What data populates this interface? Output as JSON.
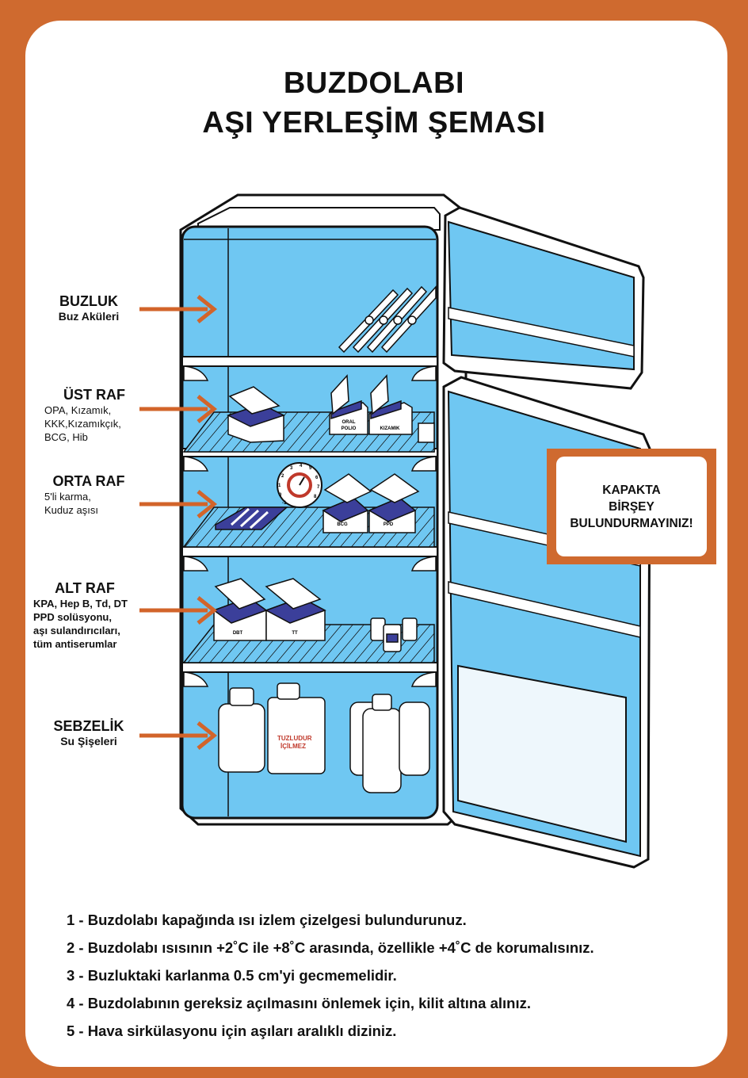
{
  "title": {
    "line1": "BUZDOLABI",
    "line2": "AŞI YERLEŞİM ŞEMASI"
  },
  "compartments": [
    {
      "heading": "BUZLUK",
      "sub": "Buz Aküleri"
    },
    {
      "heading": "ÜST RAF",
      "notes": [
        "OPA, Kızamık,",
        "KKK,Kızamıkçık,",
        "BCG, Hib"
      ]
    },
    {
      "heading": "ORTA RAF",
      "notes": [
        "5'li karma,",
        "Kuduz aşısı"
      ]
    },
    {
      "heading": "ALT RAF",
      "notes": [
        "KPA, Hep B, Td, DT",
        "PPD solüsyonu,",
        "aşı sulandırıcıları,",
        "tüm antiserumlar"
      ]
    },
    {
      "heading": "SEBZELİK",
      "sub": "Su Şişeleri"
    }
  ],
  "door_warning": [
    "KAPAKTA",
    "BİRŞEY",
    "BULUNDURMAYINIZ!"
  ],
  "box_labels": {
    "oral_polio": [
      "ORAL",
      "POLIO"
    ],
    "kizamik": "KIZAMIK",
    "bcg": "BCG",
    "ppd": "PPD",
    "dbt": "DBT",
    "tt": "TT"
  },
  "bottle_label": [
    "TUZLUDUR",
    "İÇİLMEZ"
  ],
  "thermometer_ticks": [
    "-1",
    "0",
    "1",
    "2",
    "3",
    "4",
    "5",
    "6",
    "7",
    "8"
  ],
  "rules": [
    "1 - Buzdolabı kapağında ısı izlem çizelgesi bulundurunuz.",
    "2 - Buzdolabı ısısının +2˚C ile +8˚C arasında, özellikle +4˚C de korumalısınız.",
    "3 - Buzluktaki karlanma 0.5 cm'yi gecmemelidir.",
    "4 - Buzdolabının gereksiz açılmasını önlemek için, kilit altına alınız.",
    "5 - Hava sirkülasyonu için aşıları aralıklı diziniz."
  ],
  "colors": {
    "frame": "#cf6a2f",
    "fridge_interior": "#6fc7f2",
    "arrow": "#d2642a",
    "box_blue": "#3b3f9a"
  }
}
